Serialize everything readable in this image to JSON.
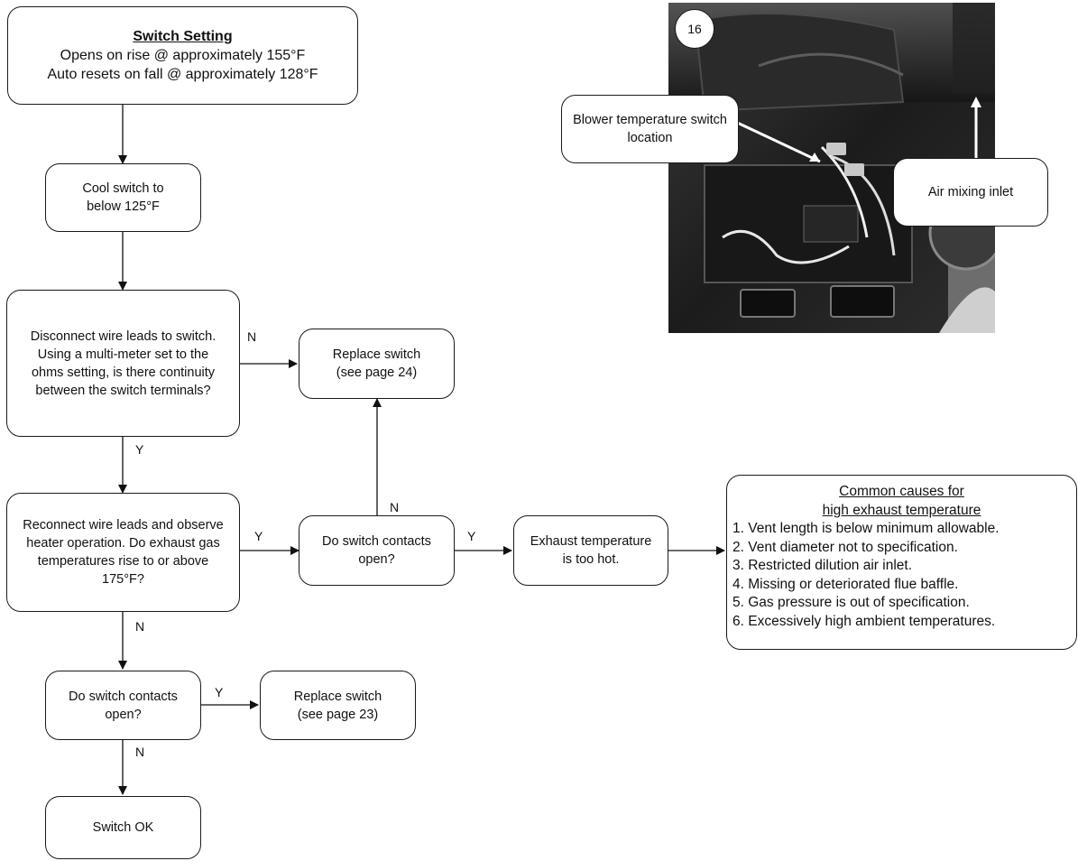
{
  "switch_setting": {
    "title": "Switch Setting",
    "line1": "Opens on rise @ approximately 155°F",
    "line2": "Auto resets on fall @ approximately 128°F"
  },
  "step_cool": {
    "text": "Cool switch to below 125°F"
  },
  "step_disconnect": {
    "text": "Disconnect wire leads to switch. Using a multi-meter set to the ohms setting, is there continuity between the switch terminals?"
  },
  "step_replace_24": {
    "text": "Replace switch (see page 24)"
  },
  "step_reconnect": {
    "text": "Reconnect wire leads and observe heater operation. Do exhaust gas temperatures rise to or above 175°F?"
  },
  "step_contacts_open_1": {
    "text": "Do switch contacts open?"
  },
  "step_exhaust_hot": {
    "text": "Exhaust temperature is too hot."
  },
  "step_contacts_open_2": {
    "text": "Do switch contacts open?"
  },
  "step_replace_23": {
    "text": "Replace switch (see page 23)"
  },
  "step_ok": {
    "text": "Switch OK"
  },
  "causes": {
    "heading_line1": "Common causes for",
    "heading_line2": "high exhaust temperature",
    "items": [
      "1. Vent length is below minimum allowable.",
      "2. Vent diameter not to specification.",
      "3. Restricted dilution air inlet.",
      "4. Missing or deteriorated flue baffle.",
      "5. Gas pressure is out of specification.",
      "6. Excessively high ambient temperatures."
    ]
  },
  "edge_labels": {
    "disconnect_no": "N",
    "disconnect_yes": "Y",
    "reconnect_yes": "Y",
    "reconnect_no": "N",
    "contacts1_no": "N",
    "contacts1_yes": "Y",
    "contacts2_yes": "Y",
    "contacts2_no": "N"
  },
  "photo": {
    "figure_number": "16",
    "callout_switch": "Blower temperature switch location",
    "callout_inlet": "Air mixing inlet"
  }
}
